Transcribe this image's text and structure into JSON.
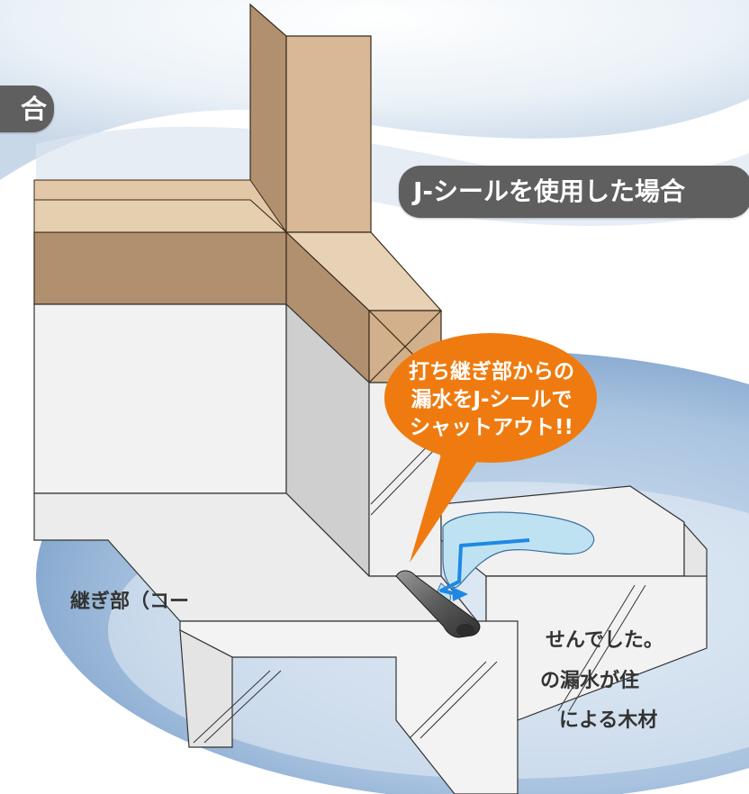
{
  "labels": {
    "left_pill": "合",
    "right_pill": "J-シールを使用した場合"
  },
  "callout": {
    "line1": "打ち継ぎ部からの",
    "line2": "漏水をJ-シールで",
    "line3": "シャットアウト!!"
  },
  "body_text": {
    "line1": "継ぎ部（コー",
    "line2": "せんでした。",
    "line3": "の漏水が住",
    "line4": "による木材"
  },
  "colors": {
    "pill_bg": "#5f5f5f",
    "callout": "#ef7b10",
    "water": "#bfe2f3",
    "arrow": "#1e88e5",
    "wood_dark": "#b1906f",
    "wood_light": "#d8b895",
    "concrete": "#eeeeee"
  },
  "icons": [
    "water-flow-arrow",
    "j-seal-strip"
  ]
}
